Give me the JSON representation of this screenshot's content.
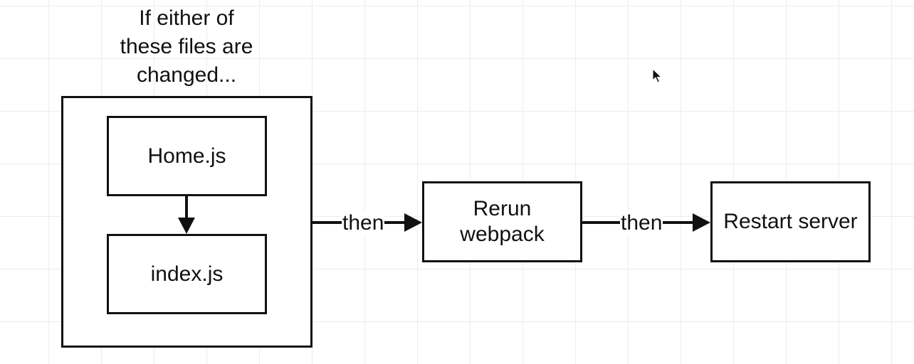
{
  "diagram": {
    "caption_lines": [
      "If either of",
      "these files are",
      "changed..."
    ],
    "nodes": {
      "home": "Home.js",
      "index": "index.js",
      "webpack_lines": [
        "Rerun",
        "webpack"
      ],
      "restart": "Restart server"
    },
    "edges": {
      "to_webpack": "then",
      "to_restart": "then"
    }
  },
  "icons": {
    "cursor": "mouse-pointer-icon",
    "arrowhead": "arrowhead-icon"
  },
  "colors": {
    "stroke": "#111111",
    "grid": "#ededed",
    "background": "#ffffff"
  }
}
